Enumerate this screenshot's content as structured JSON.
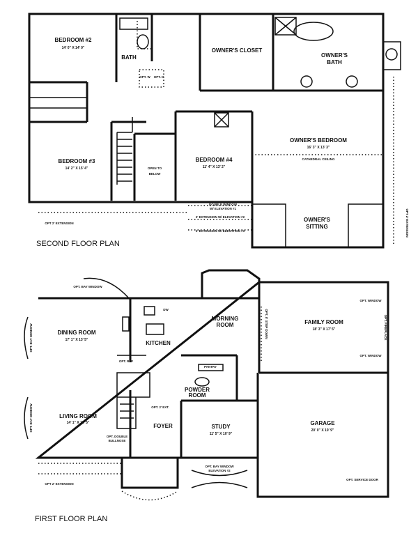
{
  "second_floor": {
    "title": "SECOND FLOOR PLAN",
    "rooms": {
      "bedroom2": {
        "name": "BEDROOM #2",
        "dims": "14' 0\" X 14' 0\""
      },
      "bath": {
        "name": "BATH"
      },
      "opt_w": "OPT. W",
      "opt_d": "OPT. D",
      "owners_closet": {
        "name": "OWNER'S CLOSET"
      },
      "owners_bath": {
        "name": "OWNER'S",
        "name2": "BATH"
      },
      "bedroom3": {
        "name": "BEDROOM #3",
        "dims": "14' 2\" X 15' 4\""
      },
      "open_to_below": {
        "name": "OPEN TO",
        "name2": "BELOW"
      },
      "bedroom4": {
        "name": "BEDROOM #4",
        "dims": "11' 4\" X 13' 2\""
      },
      "owners_bedroom": {
        "name": "OWNER'S BEDROOM",
        "dims": "16' 3\" X 13' 3\"",
        "note": "CATHEDRAL CEILING"
      },
      "owners_sitting": {
        "name": "OWNER'S",
        "name2": "SITTING"
      }
    },
    "notes": {
      "double_window": "DOUBLE WINDOW",
      "double_window2": "W/ ELEVATION #1",
      "ext2": "2' EXTENSION W/ ELEVATION #2",
      "ext3": "2' EXTENSION W/ ELEVATION #3",
      "opt_ext_left": "OPT 2' EXTENSION",
      "opt_ext_right": "OPT 2' EXTENSION"
    }
  },
  "first_floor": {
    "title": "FIRST FLOOR PLAN",
    "rooms": {
      "dining": {
        "name": "DINING ROOM",
        "dims": "17' 1\" X 13' 5\""
      },
      "kitchen": {
        "name": "KITCHEN"
      },
      "dw": "DW",
      "morning": {
        "name": "MORNING",
        "name2": "ROOM"
      },
      "family": {
        "name": "FAMILY ROOM",
        "dims": "18' 3\" X 17' 5\""
      },
      "opt_ref": "OPT. REF",
      "pantry": "PANTRY",
      "powder": {
        "name": "POWDER",
        "name2": "ROOM"
      },
      "living": {
        "name": "LIVING ROOM",
        "dims": "14' 1\" X 13' 5\""
      },
      "foyer": {
        "name": "FOYER"
      },
      "study": {
        "name": "STUDY",
        "dims": "11' 5\" X 10' 9\""
      },
      "garage": {
        "name": "GARAGE",
        "dims": "20' 0\" X 19' 9\""
      }
    },
    "notes": {
      "bay_top": "OPT. BAY WINDOW",
      "bay_left1": "OPT. BAY WINDOW",
      "bay_left2": "OPT. BAY WINDOW",
      "opt_step": "OPT. 8' STEP DOWN",
      "opt_window1": "OPT. WINDOW",
      "opt_window2": "OPT. WINDOW",
      "opt_fireplace": "OPT. FIREPLACE",
      "opt_2ext": "OPT. 2' EXT.",
      "double_bullnose": "OPT. DOUBLE",
      "double_bullnose2": "BULLNOSE",
      "bay_front": "OPT. BAY WINDOW",
      "bay_front2": "ELEVATION #2",
      "opt_ext": "OPT 2' EXTENSION",
      "service_door": "OPT. SERVICE DOOR"
    }
  }
}
